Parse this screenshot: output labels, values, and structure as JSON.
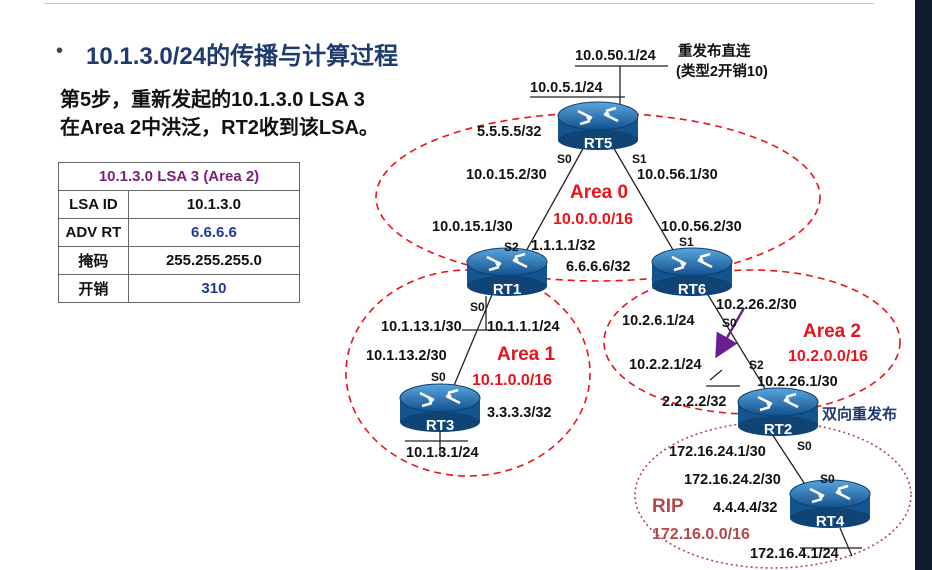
{
  "title": {
    "bullet": "•",
    "text": "10.1.3.0/24的传播与计算过程"
  },
  "description": {
    "line1": "第5步，重新发起的10.1.3.0 LSA 3",
    "line2": "在Area 2中洪泛，RT2收到该LSA。"
  },
  "lsa_table": {
    "header": "10.1.3.0  LSA 3 (Area 2)",
    "rows": [
      {
        "key": "LSA ID",
        "value": "10.1.3.0"
      },
      {
        "key": "ADV RT",
        "value": "6.6.6.6"
      },
      {
        "key": "掩码",
        "value": "255.255.255.0"
      },
      {
        "key": "开销",
        "value": "310"
      }
    ]
  },
  "routers": [
    "RT5",
    "RT1",
    "RT6",
    "RT3",
    "RT2",
    "RT4"
  ],
  "areas": {
    "area0": {
      "name": "Area 0",
      "net": "10.0.0.0/16"
    },
    "area1": {
      "name": "Area 1",
      "net": "10.1.0.0/16"
    },
    "area2": {
      "name": "Area 2",
      "net": "10.2.0.0/16"
    },
    "rip": {
      "name": "RIP",
      "net": "172.16.0.0/16"
    }
  },
  "labels": {
    "rt5_top": "10.0.50.1/24",
    "redist1": "重发布直连",
    "redist2": "(类型2开销10)",
    "rt5_lan": "10.0.5.1/24",
    "rt5_loop": "5.5.5.5/32",
    "rt5_s0": "S0",
    "rt5_s1": "S1",
    "l_1015_2": "10.0.15.2/30",
    "l_1056_1": "10.0.56.1/30",
    "l_1015_1": "10.0.15.1/30",
    "l_1056_2": "10.0.56.2/30",
    "rt1_s2": "S2",
    "rt1_loop": "1.1.1.1/32",
    "rt6_s1": "S1",
    "rt6_loop": "6.6.6.6/32",
    "rt1_s0": "S0",
    "l_1013_1": "10.1.13.1/30",
    "l_1011_1": "10.1.1.1/24",
    "l_1013_2": "10.1.13.2/30",
    "rt3_s0": "S0",
    "rt3_loop": "3.3.3.3/32",
    "rt3_lan": "10.1.3.1/24",
    "l_10226_2": "10.2.26.2/30",
    "l_1026_1": "10.2.6.1/24",
    "rt6_s0": "S0",
    "l_1022_1": "10.2.2.1/24",
    "rt2_s2": "S2",
    "l_10226_1": "10.2.26.1/30",
    "rt2_loop": "2.2.2.2/32",
    "redist_both": "双向重发布",
    "rt2_s0": "S0",
    "l_17224_1": "172.16.24.1/30",
    "l_17224_2": "172.16.24.2/30",
    "rt4_s0": "S0",
    "rt4_loop": "4.4.4.4/32",
    "rt4_lan": "172.16.4.1/24"
  },
  "colors": {
    "title": "#1f3a6e",
    "area": "#e8141c",
    "rip": "#b4474a",
    "router": "#1f73b5",
    "arrow": "#6a1f8f"
  }
}
